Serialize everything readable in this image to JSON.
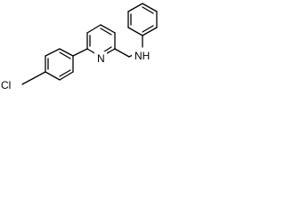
{
  "molecule": {
    "atoms": {
      "chlorine": "Cl",
      "pyridine_nitrogen": "N",
      "amine": "NH"
    }
  }
}
